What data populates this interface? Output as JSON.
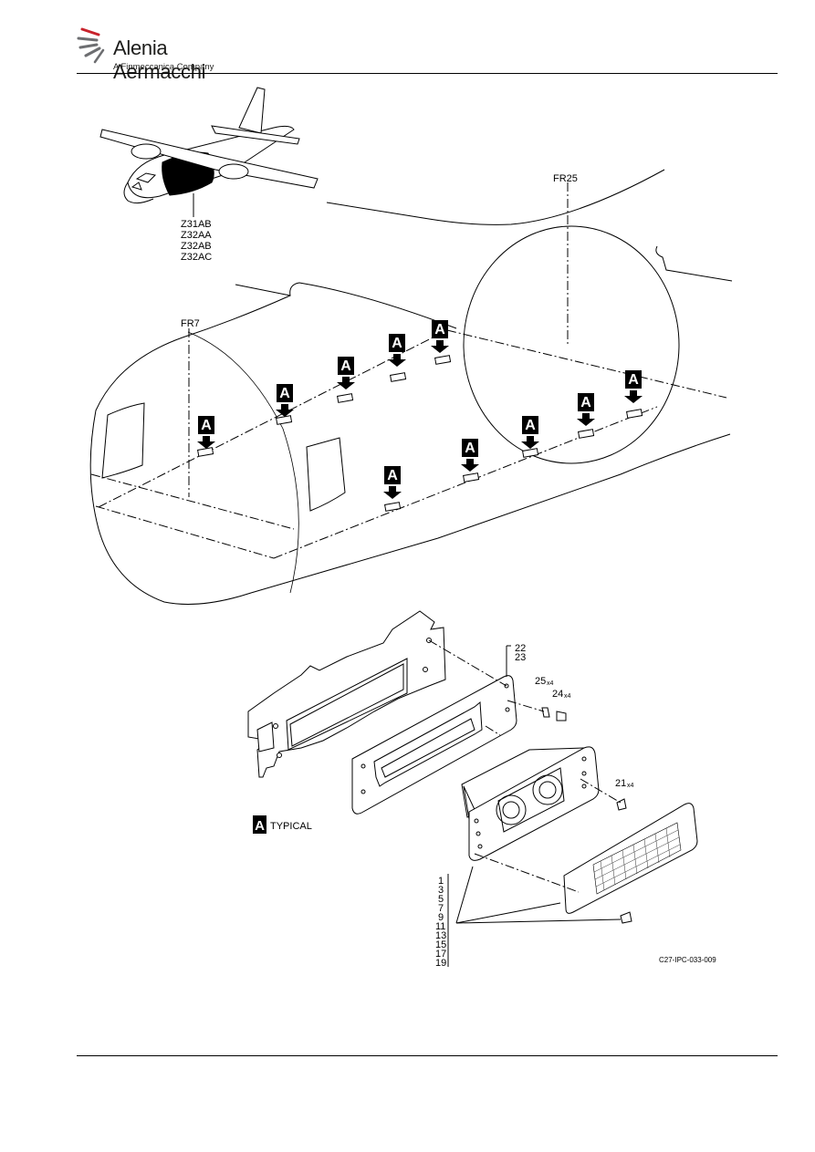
{
  "header": {
    "company_name": "Alenia Aermacchi",
    "company_subtitle": "A Finmeccanica Company"
  },
  "figure": {
    "zones": [
      "Z31AB",
      "Z32AA",
      "Z32AB",
      "Z32AC"
    ],
    "frame_fwd": "FR7",
    "frame_aft": "FR25",
    "detail_marker": "A",
    "legend_text": "TYPICAL",
    "callouts": {
      "panel_top": "22",
      "panel_bottom": "23",
      "washer": "25",
      "washer_qty": "x4",
      "screw": "24",
      "screw_qty": "x4",
      "light_screw": "21",
      "light_screw_qty": "x4",
      "assy_items": [
        "1",
        "3",
        "5",
        "7",
        "9",
        "11",
        "13",
        "15",
        "17",
        "19"
      ]
    },
    "drawing_id": "C27-IPC-033-009"
  }
}
